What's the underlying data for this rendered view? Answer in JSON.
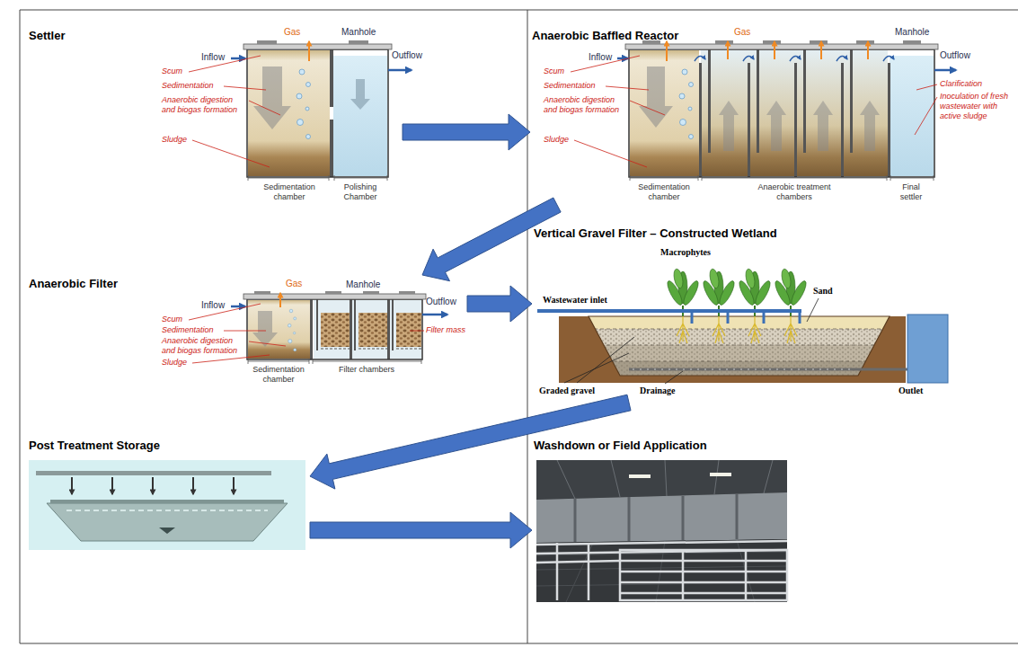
{
  "diagram": {
    "nodes": [
      {
        "text": [
          "Settler"
        ]
      },
      {
        "text": [
          "Anaerobic Baffled Reactor"
        ]
      },
      {
        "text": [
          "Anaerobic Filter"
        ]
      },
      {
        "text": [
          "Vertical Gravel Filter – Constructed Wetland"
        ]
      },
      {
        "text": [
          "Post Treatment Storage"
        ]
      },
      {
        "text": [
          "Washdown or Field Application"
        ]
      }
    ],
    "edges": [
      {
        "from": 0,
        "to": 1,
        "arrow": "to"
      },
      {
        "from": 1,
        "to": 2,
        "arrow": "to"
      },
      {
        "from": 2,
        "to": 3,
        "arrow": "to"
      },
      {
        "from": 3,
        "to": 4,
        "arrow": "to"
      },
      {
        "from": 4,
        "to": 5,
        "arrow": "to"
      }
    ],
    "labels": [
      "Gas",
      "Manhole",
      "Inflow",
      "Outflow",
      "Scum",
      "Sedimentation",
      "Anaerobic digestion and biogas formation",
      "Sludge",
      "Sedimentation chamber",
      "Polishing Chamber",
      "Gas",
      "Manhole",
      "Inflow",
      "Outflow",
      "Scum",
      "Sedimentation",
      "Anaerobic digestion and biogas formation",
      "Sludge",
      "Clarification",
      "Inoculation of fresh wastewater with active sludge",
      "Sedimentation chamber",
      "Anaerobic treatment chambers",
      "Final settler",
      "Gas",
      "Manhole",
      "Inflow",
      "Outflow",
      "Scum",
      "Sedimentation",
      "Anaerobic digestion and biogas formation",
      "Sludge",
      "Filter mass",
      "Sedimentation chamber",
      "Filter chambers",
      "Macrophytes",
      "Sand",
      "Wastewater inlet",
      "Graded gravel",
      "Drainage",
      "Outlet"
    ]
  }
}
